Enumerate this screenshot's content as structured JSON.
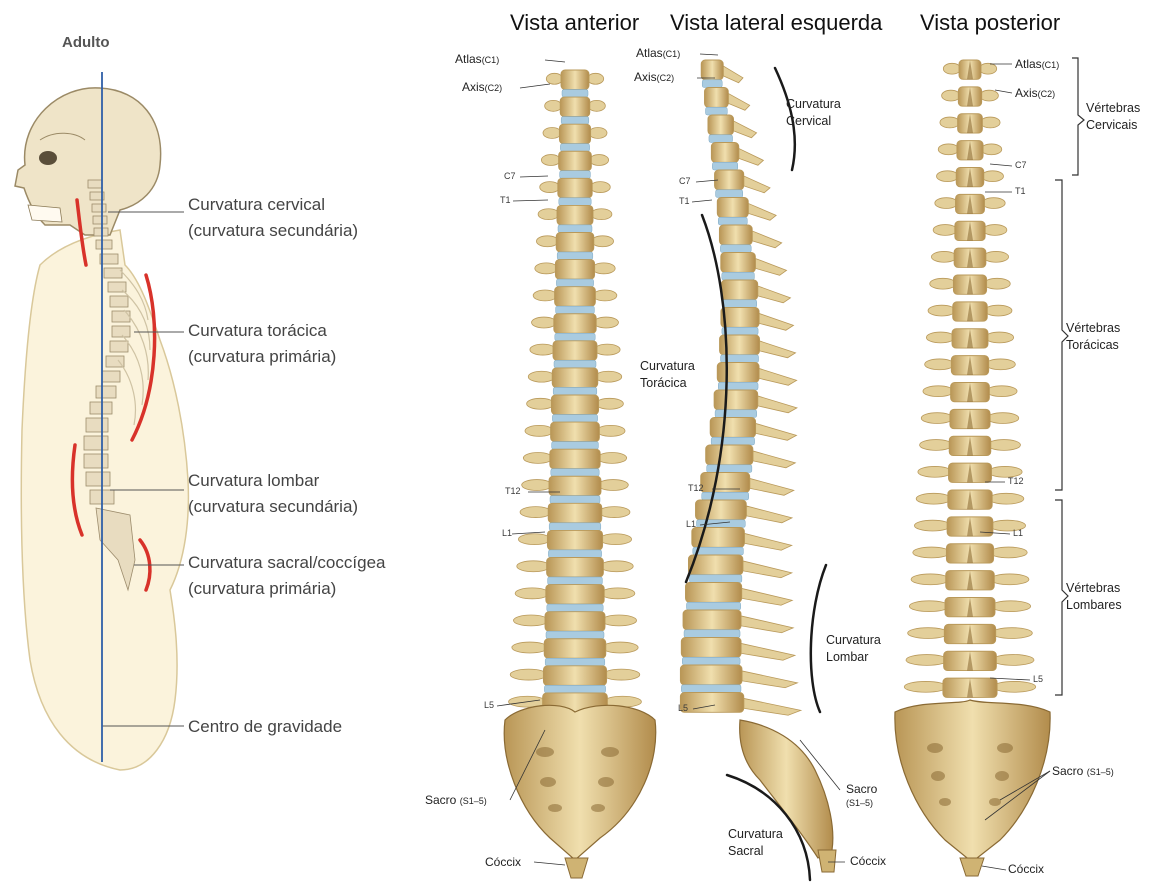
{
  "titles": {
    "anterior": "Vista anterior",
    "lateral": "Vista lateral esquerda",
    "posterior": "Vista posterior"
  },
  "side_figure": {
    "heading": "Adulto",
    "labels": [
      {
        "name": "Curvatura cervical",
        "sub": "(curvatura secundária)"
      },
      {
        "name": "Curvatura torácica",
        "sub": "(curvatura primária)"
      },
      {
        "name": "Curvatura lombar",
        "sub": "(curvatura secundária)"
      },
      {
        "name": "Curvatura sacral/coccígea",
        "sub": "(curvatura primária)"
      }
    ],
    "gravity": "Centro de gravidade"
  },
  "anterior_labels": {
    "atlas": "Atlas",
    "atlas_code": "(C1)",
    "axis": "Axis",
    "axis_code": "(C2)",
    "c7": "C7",
    "t1": "T1",
    "t12": "T12",
    "l1": "L1",
    "l5": "L5",
    "sacro": "Sacro",
    "sacro_code": "(S1–5)",
    "coccix": "Cóccix"
  },
  "lateral_labels": {
    "atlas": "Atlas",
    "atlas_code": "(C1)",
    "axis": "Axis",
    "axis_code": "(C2)",
    "c7": "C7",
    "t1": "T1",
    "t12": "T12",
    "l1": "L1",
    "l5": "L5",
    "cervical": [
      "Curvatura",
      "Cervical"
    ],
    "toracica": [
      "Curvatura",
      "Torácica"
    ],
    "lombar": [
      "Curvatura",
      "Lombar"
    ],
    "sacral": [
      "Curvatura",
      "Sacral"
    ],
    "sacro": "Sacro",
    "sacro_code": "(S1–5)",
    "coccix": "Cóccix"
  },
  "posterior_labels": {
    "atlas": "Atlas",
    "atlas_code": "(C1)",
    "axis": "Axis",
    "axis_code": "(C2)",
    "c7": "C7",
    "t1": "T1",
    "t12": "T12",
    "l1": "L1",
    "l5": "L5",
    "cervicais": [
      "Vértebras",
      "Cervicais"
    ],
    "toracicas": [
      "Vértebras",
      "Torácicas"
    ],
    "lombares": [
      "Vértebras",
      "Lombares"
    ],
    "sacro": "Sacro",
    "sacro_code": "(S1–5)",
    "coccix": "Cóccix"
  },
  "colors": {
    "bone": "#e3cf9a",
    "bone_dark": "#b9995a",
    "disc": "#a9cbe0",
    "curve_red": "#d8322a",
    "gravity_blue": "#2f5fa8",
    "skin": "#fbf3dc"
  }
}
